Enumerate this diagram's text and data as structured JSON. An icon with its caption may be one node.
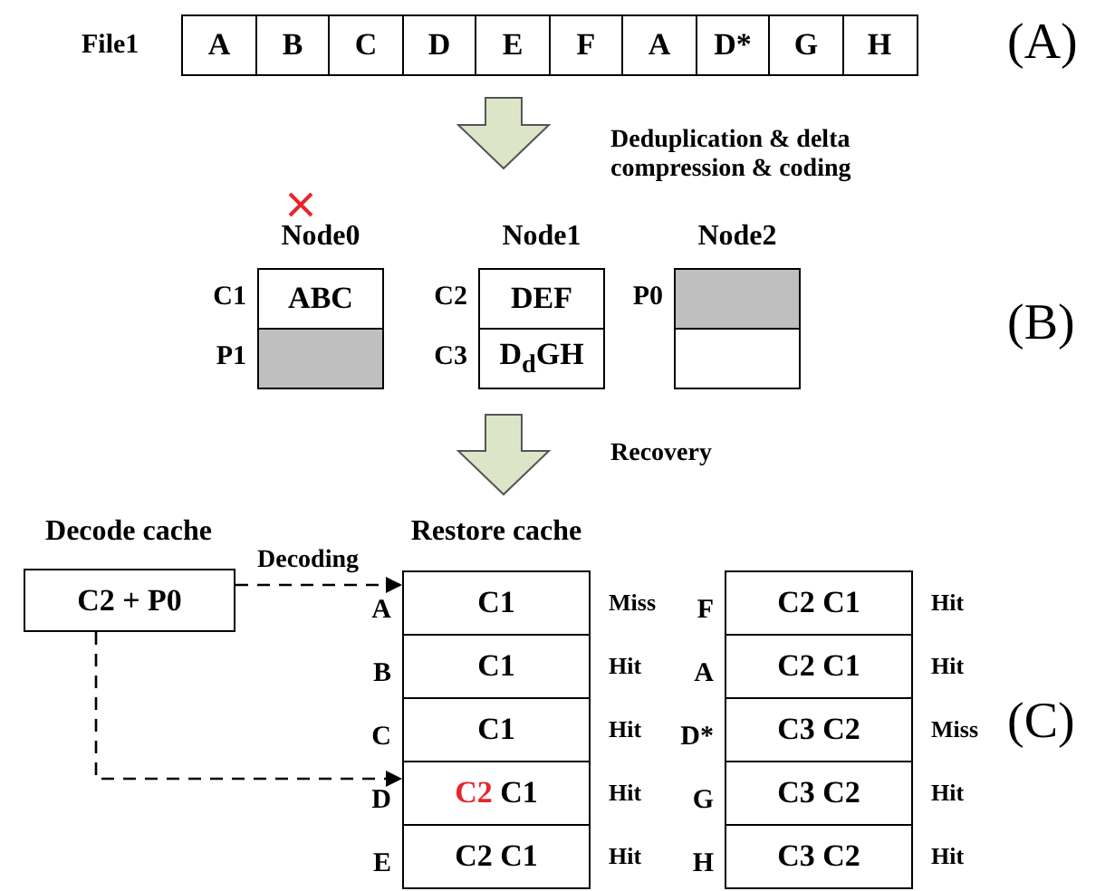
{
  "diagram": {
    "nodes": [
      {
        "text": [
          "File1"
        ]
      },
      {
        "text": [
          "A"
        ],
        "in": 0
      },
      {
        "text": [
          "B"
        ],
        "in": 0
      },
      {
        "text": [
          "C"
        ],
        "in": 0
      },
      {
        "text": [
          "D"
        ],
        "in": 0
      },
      {
        "text": [
          "E"
        ],
        "in": 0
      },
      {
        "text": [
          "F"
        ],
        "in": 0
      },
      {
        "text": [
          "A"
        ],
        "in": 0
      },
      {
        "text": [
          "D*"
        ],
        "in": 0
      },
      {
        "text": [
          "G"
        ],
        "in": 0
      },
      {
        "text": [
          "H"
        ],
        "in": 0
      },
      {
        "text": [
          "Node0"
        ]
      },
      {
        "text": [
          "ABC"
        ],
        "in": 11,
        "beside": [
          "C1"
        ]
      },
      {
        "text": [],
        "shape": "box",
        "in": 11,
        "beside": [
          "P1"
        ]
      },
      {
        "text": [
          "Node1"
        ]
      },
      {
        "text": [
          "DEF"
        ],
        "in": 14,
        "beside": [
          "C2"
        ]
      },
      {
        "text": [
          "D$_{d}$GH"
        ],
        "in": 14,
        "beside": [
          "C3"
        ]
      },
      {
        "text": [
          "Node2"
        ]
      },
      {
        "text": [],
        "shape": "box",
        "in": 17,
        "beside": [
          "P0"
        ]
      },
      {
        "text": [],
        "shape": "box",
        "in": 17
      },
      {
        "text": [
          "Decode cache"
        ]
      },
      {
        "text": [
          "C2 + P0"
        ],
        "in": 20
      },
      {
        "text": [
          "Restore cache"
        ]
      },
      {
        "text": [
          "C1"
        ],
        "in": 22,
        "beside": [
          "A",
          "Miss"
        ]
      },
      {
        "text": [
          "C1"
        ],
        "in": 22,
        "beside": [
          "B",
          "Hit"
        ]
      },
      {
        "text": [
          "C1"
        ],
        "in": 22,
        "beside": [
          "C",
          "Hit"
        ]
      },
      {
        "text": [
          "C2 C1"
        ],
        "in": 22,
        "beside": [
          "D",
          "Hit"
        ]
      },
      {
        "text": [
          "C2 C1"
        ],
        "in": 22,
        "beside": [
          "E",
          "Hit"
        ]
      },
      {
        "text": [
          "C2 C1"
        ],
        "in": 22,
        "beside": [
          "F",
          "Hit"
        ]
      },
      {
        "text": [
          "C2 C1"
        ],
        "in": 22,
        "beside": [
          "A",
          "Hit"
        ]
      },
      {
        "text": [
          "C3 C2"
        ],
        "in": 22,
        "beside": [
          "D*",
          "Miss"
        ]
      },
      {
        "text": [
          "C3 C2"
        ],
        "in": 22,
        "beside": [
          "G",
          "Hit"
        ]
      },
      {
        "text": [
          "C3 C2"
        ],
        "in": 22,
        "beside": [
          "H",
          "Hit"
        ]
      }
    ],
    "edges": [
      {
        "from": 0,
        "to": 14,
        "arrow": "to",
        "label": "Deduplication & delta compression & coding",
        "style": "thick",
        "color": "#dde5c9"
      },
      {
        "from": 14,
        "to": 22,
        "arrow": "to",
        "label": "Recovery",
        "style": "thick",
        "color": "#dde5c9"
      },
      {
        "from": 21,
        "to": 23,
        "arrow": "to",
        "label": "Decoding",
        "style": "dashed"
      },
      {
        "from": 21,
        "to": 26,
        "arrow": "to",
        "style": "dashed"
      }
    ],
    "labels": [
      "(A)",
      "(B)",
      "(C)"
    ]
  }
}
